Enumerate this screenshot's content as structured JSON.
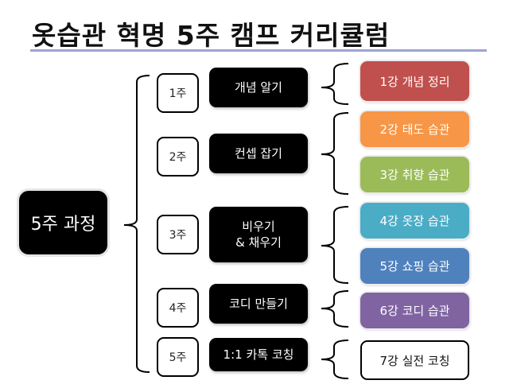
{
  "title": "옷습관 혁명 5주 캠프 커리큘럼",
  "root": {
    "label": "5주 과정"
  },
  "colors": {
    "title_underline": "#9ea3d2",
    "node_dark": "#000000",
    "lecture1": "#c0504d",
    "lecture2": "#f79646",
    "lecture3": "#9bbb59",
    "lecture4": "#4bacc6",
    "lecture5": "#4f81bd",
    "lecture6": "#8064a2",
    "lecture7": "#ffffff"
  },
  "weeks": [
    {
      "week": "1주",
      "topic": "개념 알기",
      "lectures": [
        {
          "label": "1강 개념 정리"
        }
      ]
    },
    {
      "week": "2주",
      "topic": "컨셉 잡기",
      "lectures": [
        {
          "label": "2강 태도 습관"
        },
        {
          "label": "3강 취향 습관"
        }
      ]
    },
    {
      "week": "3주",
      "topic": "비우기\n& 채우기",
      "lectures": [
        {
          "label": "4강 옷장 습관"
        },
        {
          "label": "5강 쇼핑 습관"
        }
      ]
    },
    {
      "week": "4주",
      "topic": "코디 만들기",
      "lectures": [
        {
          "label": "6강 코디 습관"
        }
      ]
    },
    {
      "week": "5주",
      "topic": "1:1 카톡 코칭",
      "lectures": [
        {
          "label": "7강 실전 코칭"
        }
      ]
    }
  ]
}
